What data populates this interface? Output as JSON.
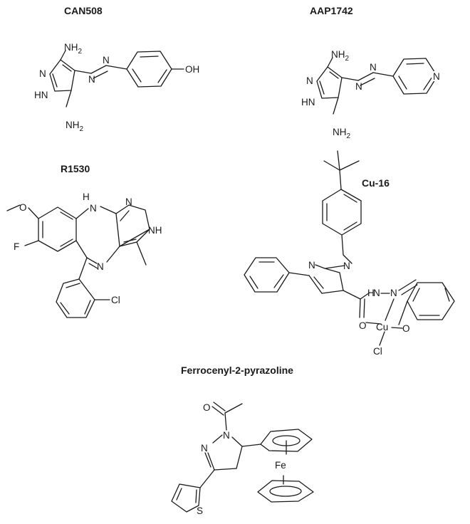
{
  "figure": {
    "compounds": [
      {
        "name": "CAN508"
      },
      {
        "name": "AAP1742"
      },
      {
        "name": "R1530"
      },
      {
        "name": "Cu-16"
      },
      {
        "name": "Ferrocenyl-2-pyrazoline"
      }
    ]
  },
  "labels": {
    "can508": {
      "nh2_top": "NH2",
      "nh2_bottom": "NH2",
      "n_ring": "N",
      "hn_ring": "HN",
      "azo_n1": "N",
      "azo_n2": "N",
      "oh": "OH"
    },
    "aap1742": {
      "nh2_top": "NH2",
      "nh2_bottom": "NH2",
      "n_ring": "N",
      "hn_ring": "HN",
      "azo_n1": "N",
      "azo_n2": "N",
      "n_pyridine": "N"
    },
    "r1530": {
      "nh": "NH",
      "h_bridge": "H",
      "n_bridge": "N",
      "n_pyrazole": "N",
      "n_imine": "N",
      "o_methoxy": "O",
      "f": "F",
      "cl": "Cl"
    },
    "cu16": {
      "n_ring1": "N",
      "n_ring2": "N",
      "h_hydrazone": "H",
      "n_hydrazone1": "N",
      "n_hydrazone2": "N",
      "o_carbonyl": "O",
      "cu": "Cu",
      "o_phenoxide": "O",
      "cl": "Cl"
    },
    "ferrocenyl": {
      "o": "O",
      "n1": "N",
      "n2": "N",
      "fe": "Fe",
      "s": "S"
    }
  }
}
